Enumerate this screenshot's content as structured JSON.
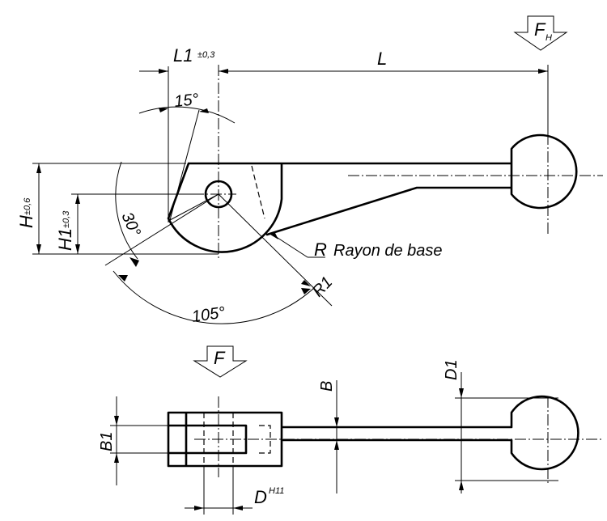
{
  "dimensions": {
    "L1": "L1",
    "L1_tol": "±0,3",
    "L": "L",
    "H": "H",
    "H_tol": "±0,6",
    "H1": "H1",
    "H1_tol": "±0,3",
    "angle_15": "15°",
    "angle_30": "30°",
    "angle_105": "105°",
    "R": "R",
    "R_desc": "Rayon de base",
    "R1": "R1",
    "B": "B",
    "B1": "B1",
    "D1": "D1",
    "D": "D",
    "D_fit": "H11"
  },
  "forces": {
    "FH": "F",
    "FH_sub": "H",
    "F": "F"
  }
}
